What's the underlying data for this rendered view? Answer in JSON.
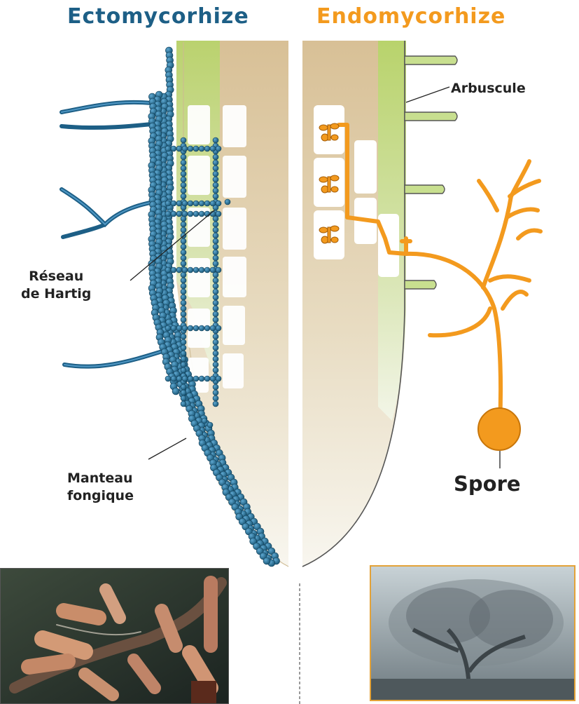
{
  "titles": {
    "ecto": "Ectomycorhize",
    "endo": "Endomycorhize"
  },
  "labels": {
    "reseau_line1": "Réseau",
    "reseau_line2": "de Hartig",
    "manteau_line1": "Manteau",
    "manteau_line2": "fongique",
    "arbuscule": "Arbuscule",
    "spore": "Spore"
  },
  "colors": {
    "ecto": "#1d5f86",
    "endo": "#f39a1e",
    "root_tan": "#dcc59d",
    "root_green": "#b3d46a"
  },
  "icons": [
    "ectomycorrhiza-photo",
    "arbuscule-micrograph-photo"
  ]
}
